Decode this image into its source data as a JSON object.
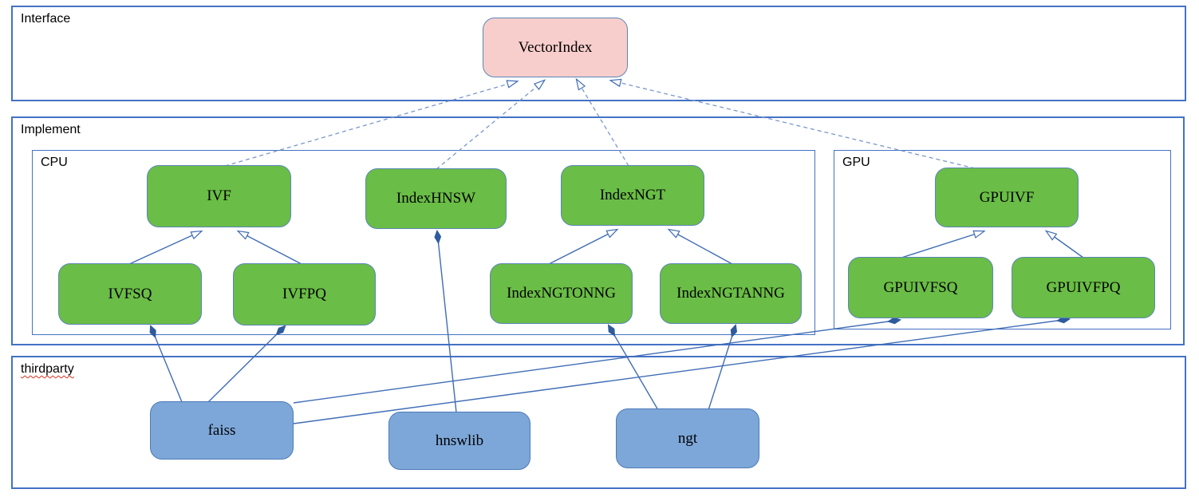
{
  "sections": {
    "interface": {
      "label": "Interface"
    },
    "implement": {
      "label": "Implement"
    },
    "cpu": {
      "label": "CPU"
    },
    "gpu": {
      "label": "GPU"
    },
    "thirdparty": {
      "label": "thirdparty"
    }
  },
  "nodes": {
    "vectorindex": {
      "label": "VectorIndex",
      "kind": "interface"
    },
    "ivf": {
      "label": "IVF",
      "kind": "class"
    },
    "indexhnsw": {
      "label": "IndexHNSW",
      "kind": "class"
    },
    "indexngt": {
      "label": "IndexNGT",
      "kind": "class"
    },
    "ivfsq": {
      "label": "IVFSQ",
      "kind": "class"
    },
    "ivfpq": {
      "label": "IVFPQ",
      "kind": "class"
    },
    "indexngtonng": {
      "label": "IndexNGTONNG",
      "kind": "class"
    },
    "indexngtanng": {
      "label": "IndexNGTANNG",
      "kind": "class"
    },
    "gpuivf": {
      "label": "GPUIVF",
      "kind": "class"
    },
    "gpuivfsq": {
      "label": "GPUIVFSQ",
      "kind": "class"
    },
    "gpuivfpq": {
      "label": "GPUIVFPQ",
      "kind": "class"
    },
    "faiss": {
      "label": "faiss",
      "kind": "thirdparty-lib"
    },
    "hnswlib": {
      "label": "hnswlib",
      "kind": "thirdparty-lib"
    },
    "ngt": {
      "label": "ngt",
      "kind": "thirdparty-lib"
    }
  },
  "edges": [
    {
      "from": "IVF",
      "to": "VectorIndex",
      "type": "realization",
      "style": "dashed, hollow arrow"
    },
    {
      "from": "IndexHNSW",
      "to": "VectorIndex",
      "type": "realization",
      "style": "dashed, hollow arrow"
    },
    {
      "from": "IndexNGT",
      "to": "VectorIndex",
      "type": "realization",
      "style": "dashed, hollow arrow"
    },
    {
      "from": "GPUIVF",
      "to": "VectorIndex",
      "type": "realization",
      "style": "dashed, hollow arrow"
    },
    {
      "from": "IVFSQ",
      "to": "IVF",
      "type": "generalization",
      "style": "solid, hollow arrow"
    },
    {
      "from": "IVFPQ",
      "to": "IVF",
      "type": "generalization",
      "style": "solid, hollow arrow"
    },
    {
      "from": "IndexNGTONNG",
      "to": "IndexNGT",
      "type": "generalization",
      "style": "solid, hollow arrow"
    },
    {
      "from": "IndexNGTANNG",
      "to": "IndexNGT",
      "type": "generalization",
      "style": "solid, hollow arrow"
    },
    {
      "from": "GPUIVFSQ",
      "to": "GPUIVF",
      "type": "generalization",
      "style": "solid, hollow arrow"
    },
    {
      "from": "GPUIVFPQ",
      "to": "GPUIVF",
      "type": "generalization",
      "style": "solid, hollow arrow"
    },
    {
      "from": "IVFSQ",
      "to": "faiss",
      "type": "composition",
      "style": "solid, filled diamond at class"
    },
    {
      "from": "IVFPQ",
      "to": "faiss",
      "type": "composition",
      "style": "solid, filled diamond at class"
    },
    {
      "from": "IndexHNSW",
      "to": "hnswlib",
      "type": "composition",
      "style": "solid, filled diamond at class"
    },
    {
      "from": "IndexNGTONNG",
      "to": "ngt",
      "type": "composition",
      "style": "solid, filled diamond at class"
    },
    {
      "from": "IndexNGTANNG",
      "to": "ngt",
      "type": "composition",
      "style": "solid, filled diamond at class"
    },
    {
      "from": "GPUIVFSQ",
      "to": "faiss",
      "type": "composition",
      "style": "solid, filled diamond at class"
    },
    {
      "from": "GPUIVFPQ",
      "to": "faiss",
      "type": "composition",
      "style": "solid, filled diamond at class"
    }
  ],
  "colors": {
    "section_border": "#4472c4",
    "class_fill": "#6abd46",
    "class_border": "#5b87b7",
    "interface_fill": "#f8cecc",
    "thirdparty_fill": "#7da7d9",
    "thirdparty_border": "#4d7ab8",
    "line": "#3f6cb5",
    "dashed_line": "#7b97c9",
    "diamond": "#2e5b9c",
    "squiggle": "#d93025"
  }
}
